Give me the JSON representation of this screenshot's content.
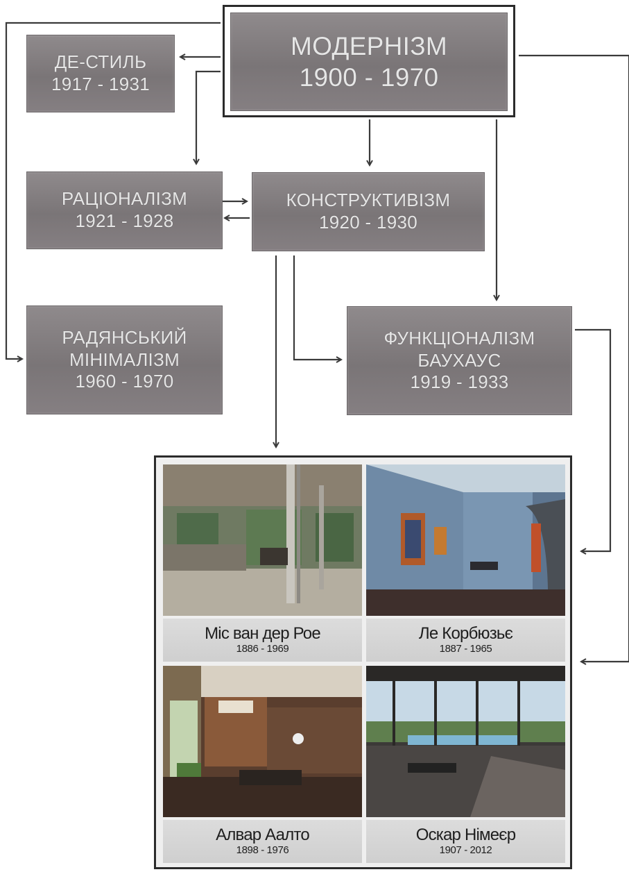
{
  "nodes": {
    "modernism": {
      "title": "МОДЕРНІЗМ",
      "years": "1900 - 1970"
    },
    "de_stijl": {
      "title": "ДЕ-СТИЛЬ",
      "years": "1917 - 1931"
    },
    "rationalism": {
      "title": "РАЦІОНАЛІЗМ",
      "years": "1921 - 1928"
    },
    "constructivism": {
      "title": "КОНСТРУКТИВІЗМ",
      "years": "1920 - 1930"
    },
    "soviet_minimalism": {
      "title_line1": "РАДЯНСЬКИЙ",
      "title_line2": "МІНІМАЛІЗМ",
      "years": "1960 - 1970"
    },
    "functionalism": {
      "title_line1": "ФУНКЦІОНАЛІЗМ",
      "title_line2": "БАУХАУС",
      "years": "1919 - 1933"
    }
  },
  "gallery": {
    "architects": [
      {
        "name": "Міс ван дер Рое",
        "years": "1886 - 1969"
      },
      {
        "name": "Ле Корбюзьє",
        "years": "1887 - 1965"
      },
      {
        "name": "Алвар Аалто",
        "years": "1898 - 1976"
      },
      {
        "name": "Оскар Німеєр",
        "years": "1907 - 2012"
      }
    ]
  },
  "colors": {
    "box_fill": "#837e80",
    "box_text": "#e6e6e6",
    "frame": "#2b2b2b",
    "arrow": "#3a3a3a",
    "caption_fill": "#d6d6d6"
  }
}
